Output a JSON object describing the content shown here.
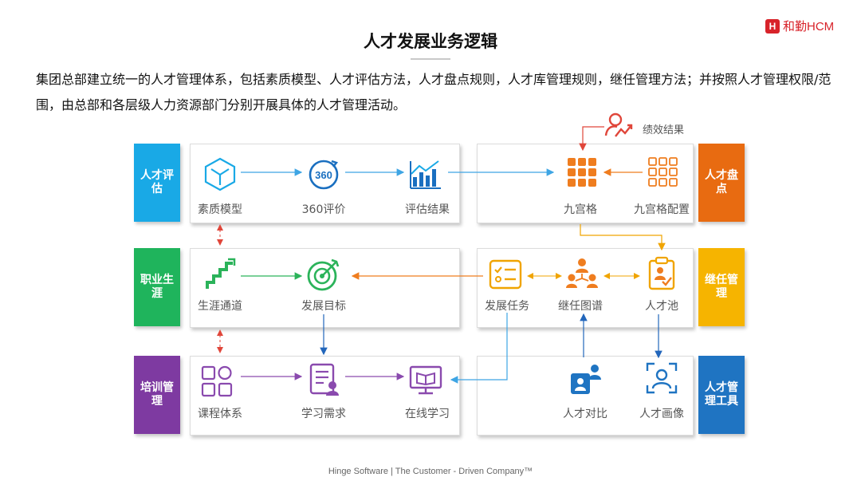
{
  "title": "人才发展业务逻辑",
  "brand": {
    "mark": "H",
    "text": "和勤HCM"
  },
  "intro": "集团总部建立统一的人才管理体系，包括素质模型、人才评估方法，人才盘点规则，人才库管理规则，继任管理方法；并按照人才管理权限/范围，由总部和各层级人力资源部门分别开展具体的人才管理活动。",
  "categories": {
    "assessment": "人才评估",
    "career": "职业生涯",
    "training": "培训管理",
    "review": "人才盘点",
    "succession": "继任管理",
    "tools": "人才管理工具"
  },
  "nodes": {
    "competency_model": "素质模型",
    "eval_360": "360评价",
    "eval_result": "评估结果",
    "nine_box": "九宫格",
    "nine_box_config": "九宫格配置",
    "perf_result": "绩效结果",
    "career_path": "生涯通道",
    "dev_goal": "发展目标",
    "dev_task": "发展任务",
    "succession_map": "继任图谱",
    "talent_pool": "人才池",
    "course_system": "课程体系",
    "learning_needs": "学习需求",
    "online_learning": "在线学习",
    "talent_compare": "人才对比",
    "talent_portrait": "人才画像"
  },
  "icon_360_text": "360",
  "colors": {
    "assessment": "#19a9e6",
    "career": "#1fb45c",
    "training": "#7e3aa1",
    "review": "#e86b11",
    "succession": "#f6b400",
    "tools": "#1f74c2",
    "brand": "#d8232a"
  },
  "footer": "Hinge Software  |  The Customer - Driven Company™"
}
